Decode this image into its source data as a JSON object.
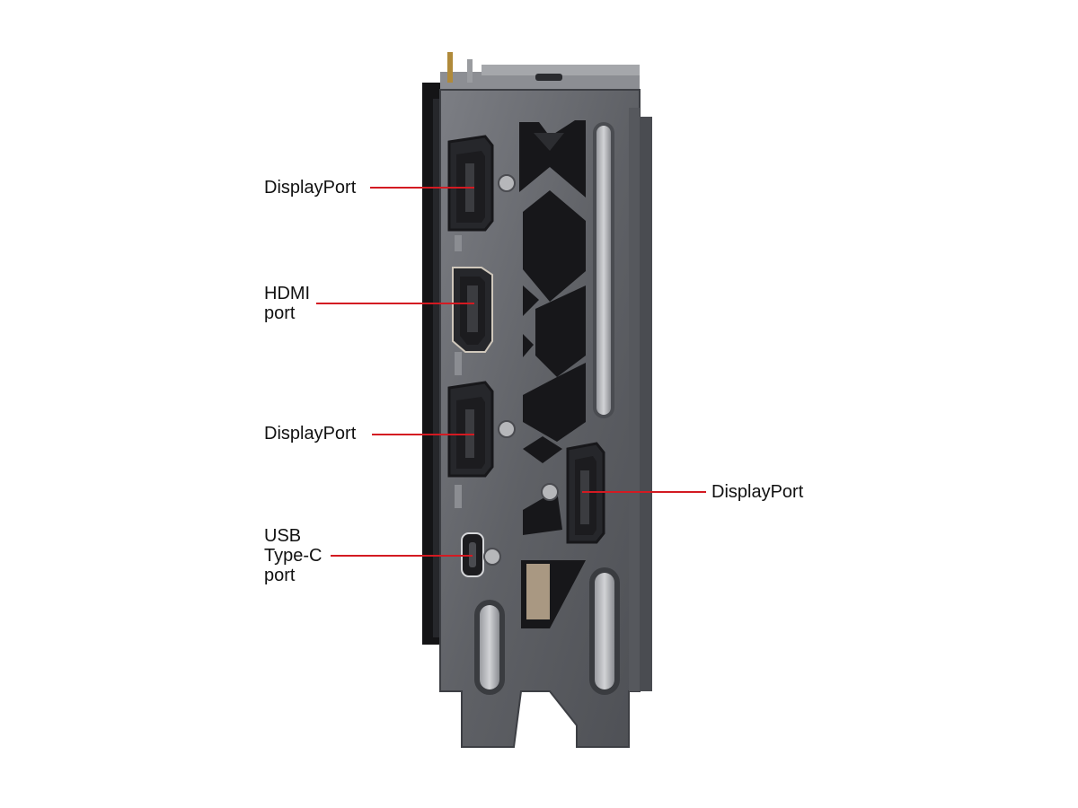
{
  "callouts": {
    "dp1": {
      "lines": [
        "DisplayPort"
      ]
    },
    "hdmi": {
      "lines": [
        "HDMI",
        "port"
      ]
    },
    "dp2": {
      "lines": [
        "DisplayPort"
      ]
    },
    "usbc": {
      "lines": [
        "USB",
        "Type-C",
        "port"
      ]
    },
    "dp3": {
      "lines": [
        "DisplayPort"
      ]
    }
  },
  "colors": {
    "leader": "#d31a22",
    "bracket": "#6a6c72",
    "bracket_dark": "#3d3f44",
    "port_body": "#1c1c1f",
    "card_edge": "#141416"
  }
}
